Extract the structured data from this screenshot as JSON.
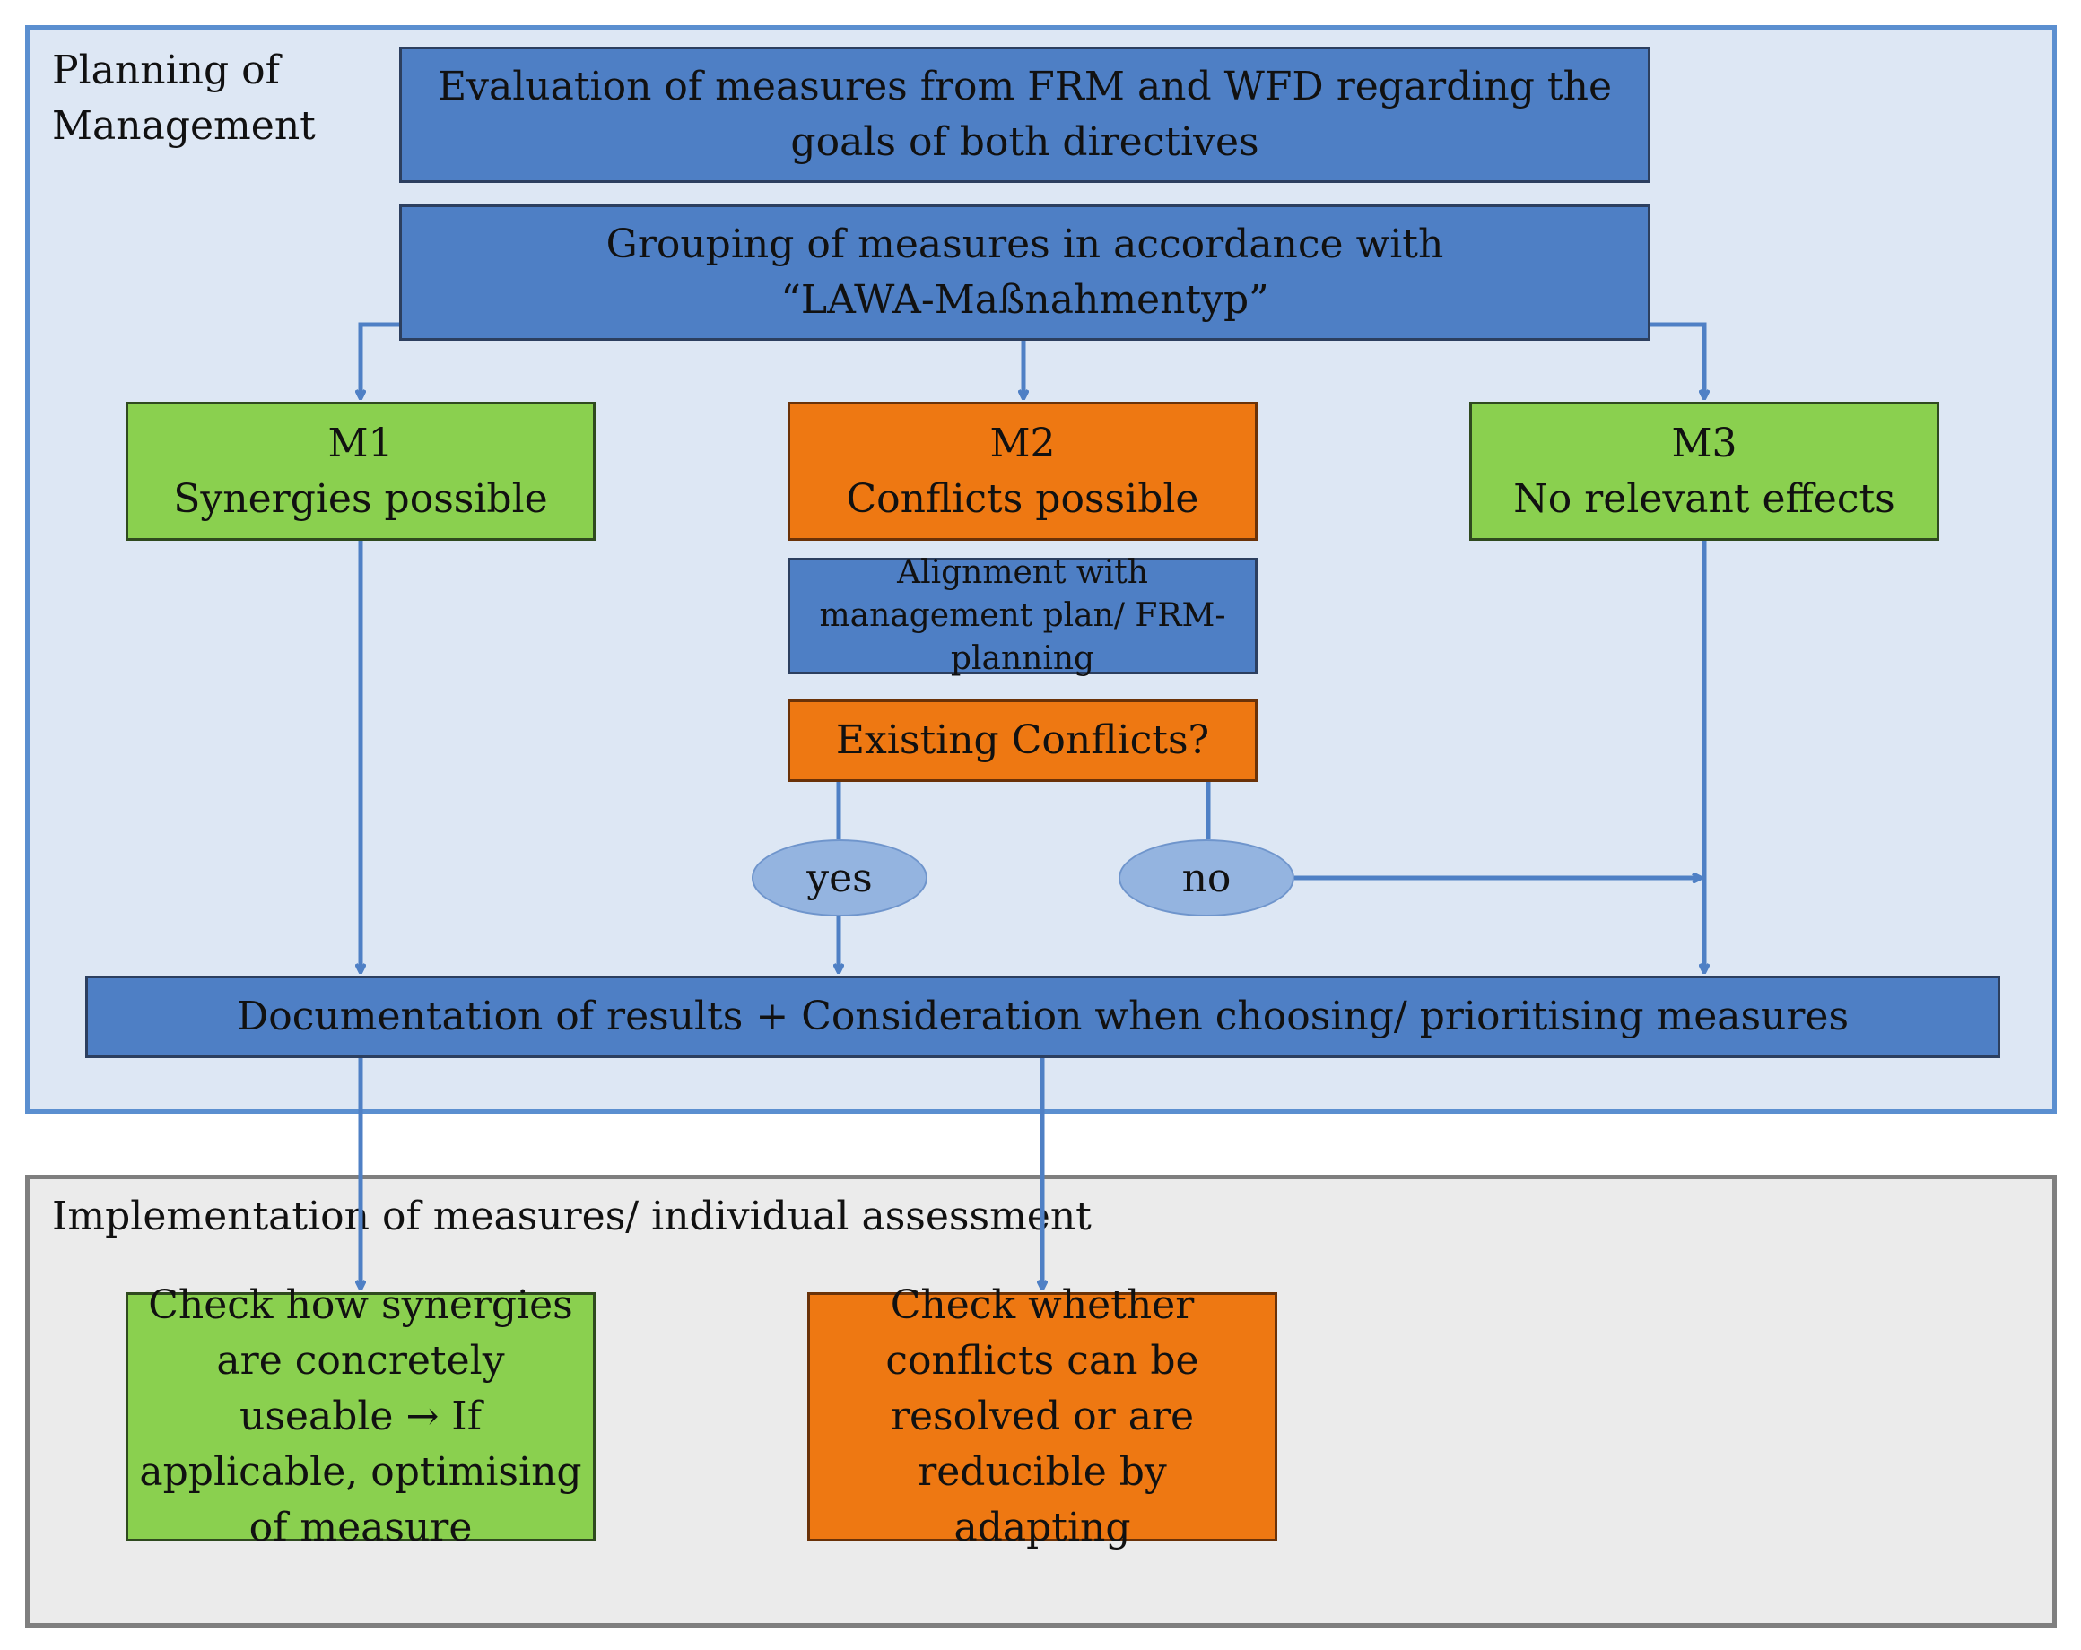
{
  "regions": {
    "planning_label": "Planning of Management",
    "implementation_label": "Implementation of  measures/ individual assessment"
  },
  "planning": {
    "evaluation": "Evaluation of measures from FRM and WFD regarding the goals of both directives",
    "grouping": "Grouping of measures in accordance with “LAWA-Maßnahmentyp”",
    "m1": {
      "code": "M1",
      "label": "Synergies possible"
    },
    "m2": {
      "code": "M2",
      "label": "Conflicts possible"
    },
    "m3": {
      "code": "M3",
      "label": "No relevant effects"
    },
    "alignment": "Alignment with management plan/ FRM-planning",
    "existing_conflicts": "Existing Conflicts?",
    "yes": "yes",
    "no": "no",
    "documentation": "Documentation of results + Consideration when choosing/ prioritising measures"
  },
  "implementation": {
    "synergies_check": "Check how synergies are concretely useable → If applicable, optimising of measure",
    "conflicts_check": "Check whether conflicts can be resolved or are reducible by adapting"
  },
  "colors": {
    "blue_box": "#4e7fc5",
    "green_box": "#8ad04f",
    "orange_box": "#ee7812",
    "planning_background": "#dde7f4",
    "implementation_background": "#ebebeb",
    "connector": "#4f80c5"
  }
}
